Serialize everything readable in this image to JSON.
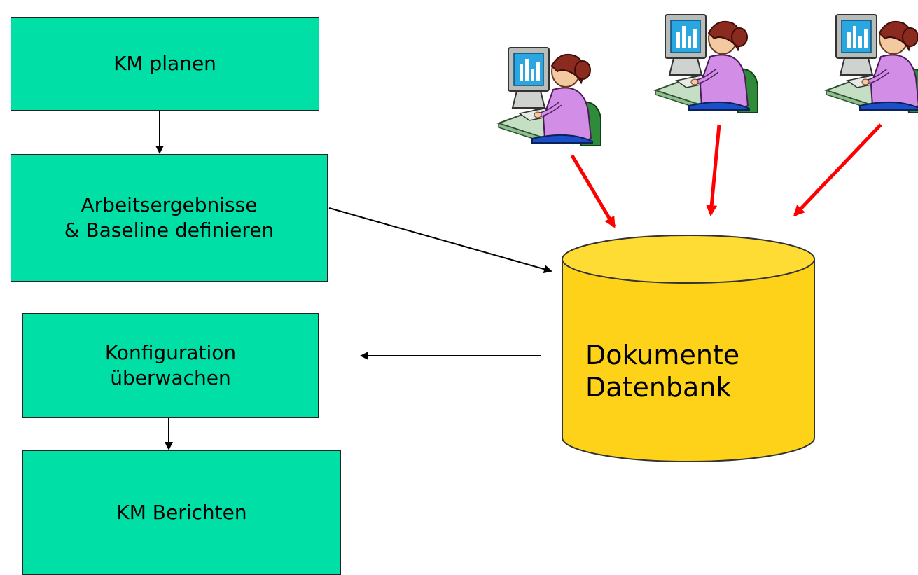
{
  "flow": {
    "km_planen": "KM planen",
    "arbeit": {
      "line1": "Arbeitsergebnisse",
      "line2": "& Baseline definieren"
    },
    "konfiguration": {
      "line1": "Konfiguration",
      "line2": "überwachen"
    },
    "km_berichten": "KM Berichten"
  },
  "database": {
    "line1": "Dokumente",
    "line2": "Datenbank"
  },
  "colors": {
    "process_box": "#00e0a6",
    "database_fill": "#ffd21a",
    "database_top": "#ffdc33",
    "user_arrow": "#ff0000",
    "flow_arrow": "#000000"
  },
  "users": [
    {
      "icon": "woman-at-computer-icon"
    },
    {
      "icon": "woman-at-computer-icon"
    },
    {
      "icon": "woman-at-computer-icon"
    }
  ]
}
